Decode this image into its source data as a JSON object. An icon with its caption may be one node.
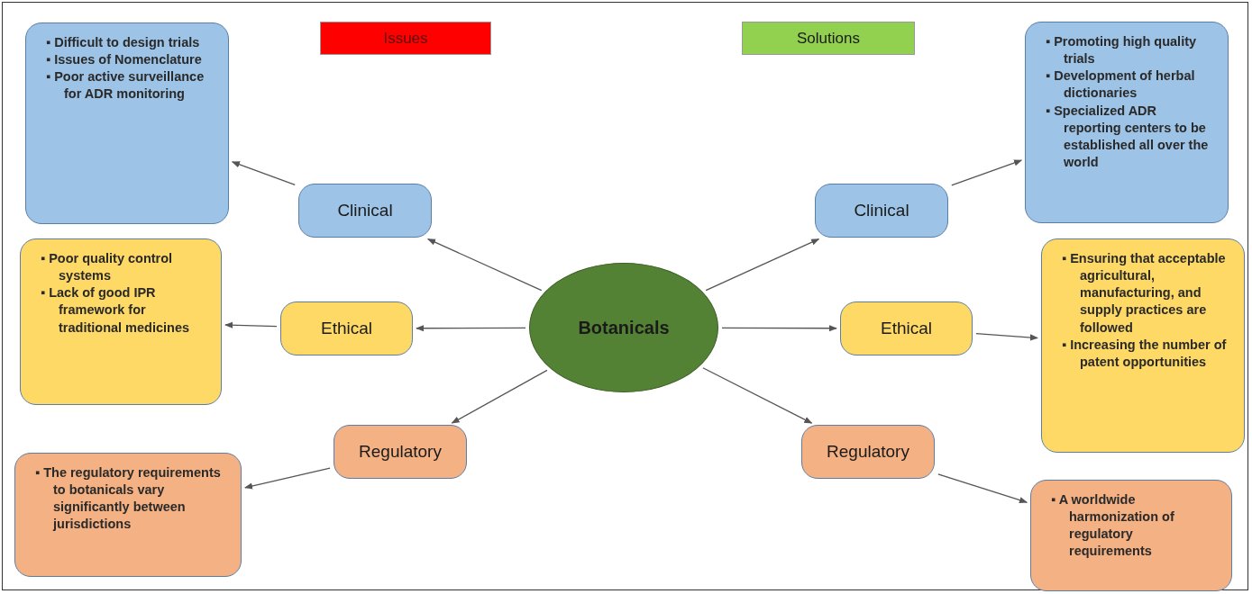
{
  "diagram": {
    "nodes": [
      {
        "text": [
          "Issues"
        ]
      },
      {
        "text": [
          "Solutions"
        ]
      },
      {
        "text": [
          "Botanicals"
        ]
      },
      {
        "text": [
          "Clinical"
        ]
      },
      {
        "text": [
          "Ethical"
        ]
      },
      {
        "text": [
          "Regulatory"
        ]
      },
      {
        "text": [
          "▪ Difficult to design trials",
          "▪ Issues of Nomenclature",
          "▪ Poor active surveillance for ADR monitoring"
        ]
      },
      {
        "text": [
          "▪ Poor quality control systems",
          "▪ Lack of good IPR framework for traditional medicines"
        ]
      },
      {
        "text": [
          "▪ The regulatory requirements to botanicals vary significantly between jurisdictions"
        ]
      },
      {
        "text": [
          "Clinical"
        ]
      },
      {
        "text": [
          "Ethical"
        ]
      },
      {
        "text": [
          "Regulatory"
        ]
      },
      {
        "text": [
          "▪ Promoting high quality trials",
          "▪ Development of herbal dictionaries",
          "▪ Specialized ADR reporting centers to be established all over the world"
        ]
      },
      {
        "text": [
          "▪ Ensuring that acceptable agricultural, manufacturing, and supply practices are followed",
          "▪ Increasing the number of patent opportunities"
        ]
      },
      {
        "text": [
          "▪ A worldwide harmonization of regulatory requirements"
        ]
      }
    ],
    "edges": [
      {
        "from": 2,
        "to": 3,
        "arrow": "to"
      },
      {
        "from": 2,
        "to": 4,
        "arrow": "to"
      },
      {
        "from": 2,
        "to": 5,
        "arrow": "to"
      },
      {
        "from": 3,
        "to": 6,
        "arrow": "to"
      },
      {
        "from": 4,
        "to": 7,
        "arrow": "to"
      },
      {
        "from": 5,
        "to": 8,
        "arrow": "to"
      },
      {
        "from": 2,
        "to": 9,
        "arrow": "to"
      },
      {
        "from": 2,
        "to": 10,
        "arrow": "to"
      },
      {
        "from": 2,
        "to": 11,
        "arrow": "to"
      },
      {
        "from": 9,
        "to": 12,
        "arrow": "to"
      },
      {
        "from": 10,
        "to": 13,
        "arrow": "to"
      },
      {
        "from": 11,
        "to": 14,
        "arrow": "to"
      }
    ]
  }
}
